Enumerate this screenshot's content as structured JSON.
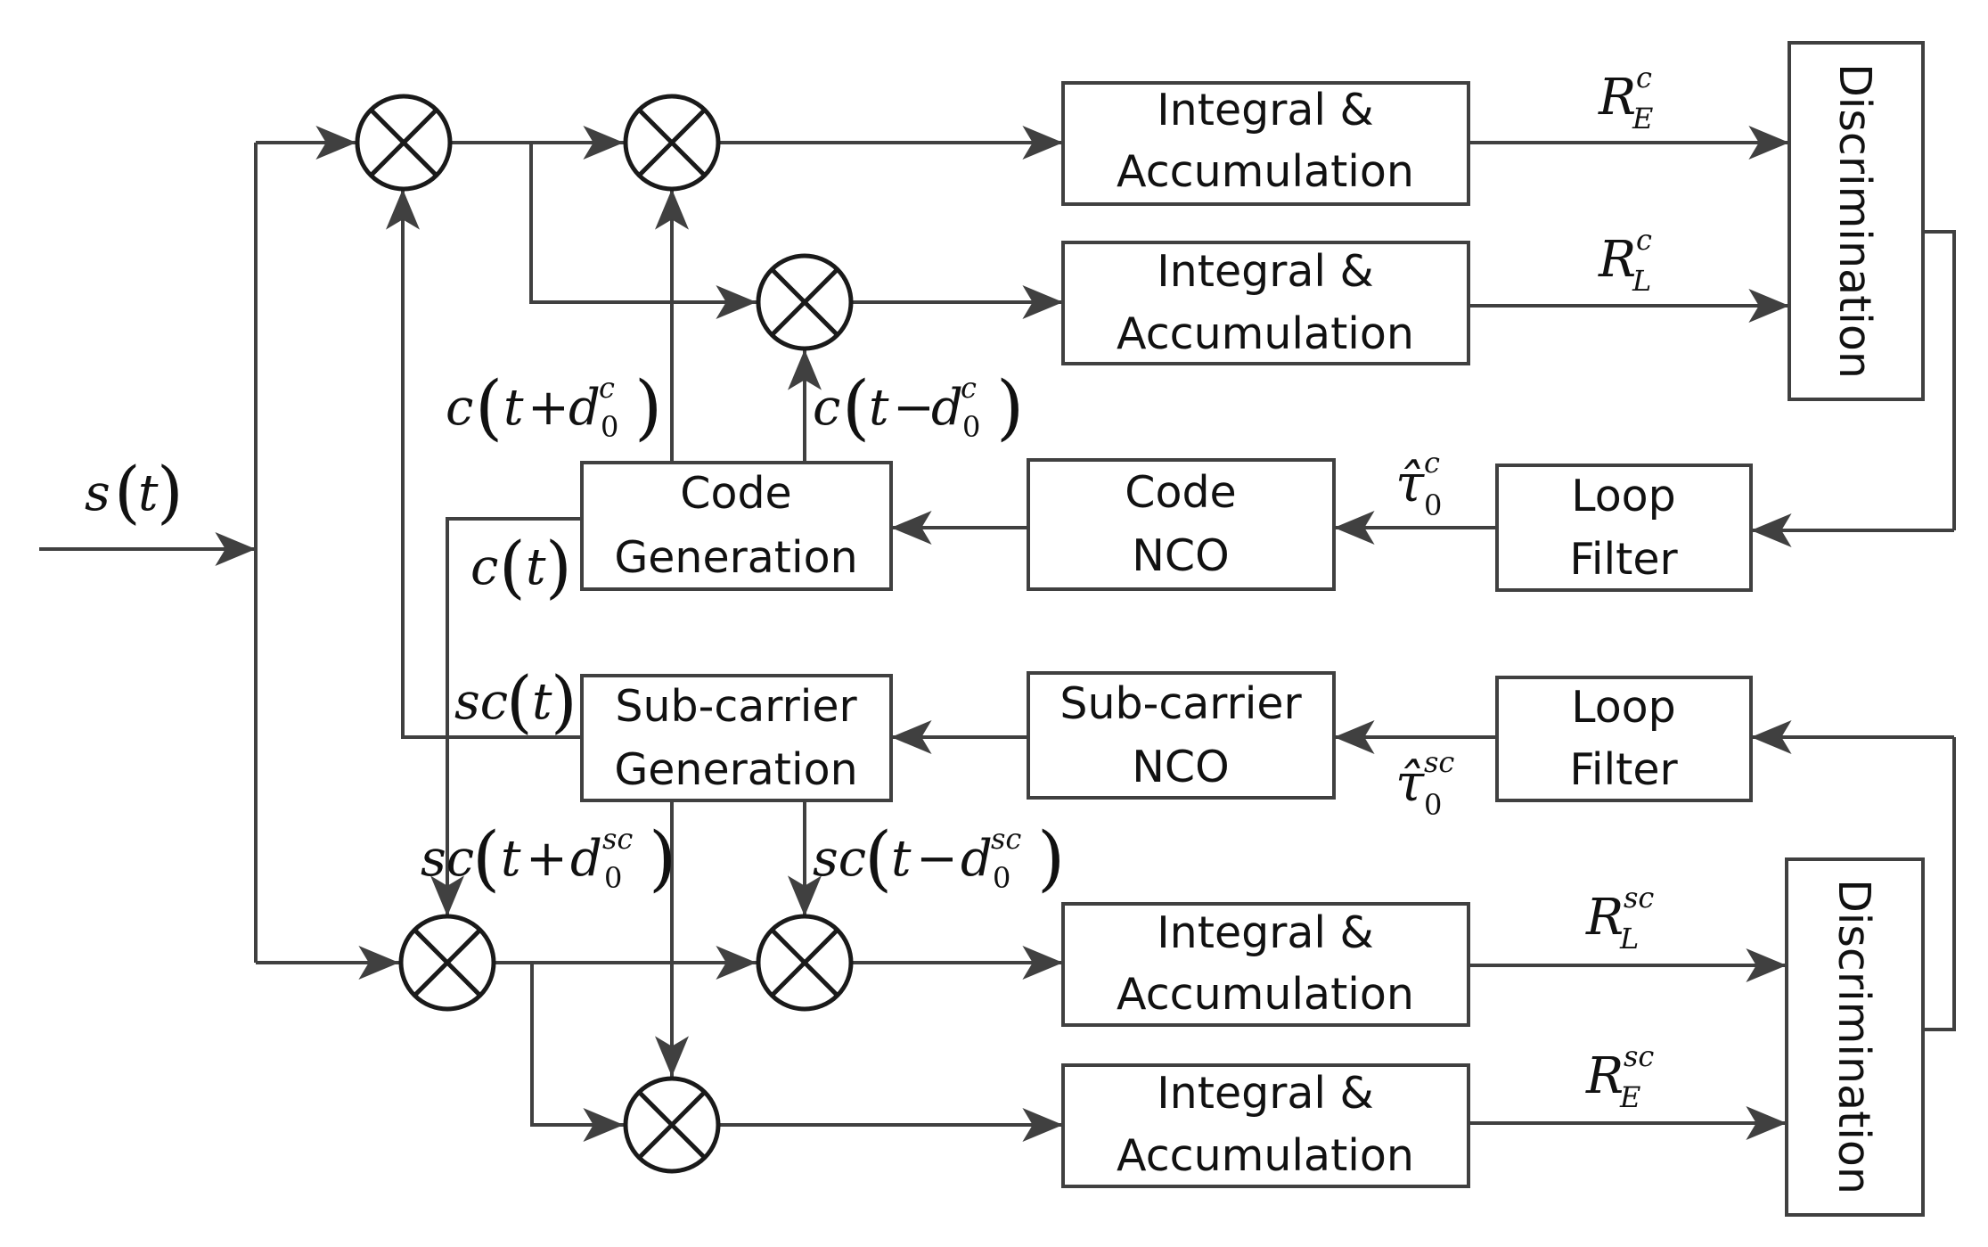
{
  "blocks": {
    "int_1": [
      "Integral &",
      "Accumulation"
    ],
    "int_2": [
      "Integral &",
      "Accumulation"
    ],
    "int_3": [
      "Integral &",
      "Accumulation"
    ],
    "int_4": [
      "Integral &",
      "Accumulation"
    ],
    "disc_top": "Discrimination",
    "disc_bottom": "Discrimination",
    "code_gen": [
      "Code",
      "Generation"
    ],
    "code_nco": [
      "Code",
      "NCO"
    ],
    "loop_filter_top": [
      "Loop",
      "Filter"
    ],
    "subcarrier_gen": [
      "Sub-carrier",
      "Generation"
    ],
    "subcarrier_nco": [
      "Sub-carrier",
      "NCO"
    ],
    "loop_filter_bottom": [
      "Loop",
      "Filter"
    ]
  },
  "signals": {
    "input": {
      "base": "s",
      "arg": "t"
    },
    "code_early": {
      "base": "c",
      "arg": "t",
      "op": "+",
      "d": "d",
      "sub": "0",
      "sup": "c"
    },
    "code_late": {
      "base": "c",
      "arg": "t",
      "op": "−",
      "d": "d",
      "sub": "0",
      "sup": "c"
    },
    "code_prompt": {
      "base": "c",
      "arg": "t"
    },
    "subcarrier_prompt": {
      "base": "sc",
      "arg": "t"
    },
    "subcarrier_early": {
      "base": "sc",
      "arg": "t",
      "op": "+",
      "d": "d",
      "sub": "0",
      "sup": "sc"
    },
    "subcarrier_late": {
      "base": "sc",
      "arg": "t",
      "op": "−",
      "d": "d",
      "sub": "0",
      "sup": "sc"
    },
    "tau_code": {
      "base": "τ̂",
      "sub": "0",
      "sup": "c"
    },
    "tau_subcarrier": {
      "base": "τ̂",
      "sub": "0",
      "sup": "sc"
    },
    "r_e_c": {
      "base": "R",
      "sub": "E",
      "sup": "c"
    },
    "r_l_c": {
      "base": "R",
      "sub": "L",
      "sup": "c"
    },
    "r_l_sc": {
      "base": "R",
      "sub": "L",
      "sup": "sc"
    },
    "r_e_sc": {
      "base": "R",
      "sub": "E",
      "sup": "sc"
    }
  }
}
